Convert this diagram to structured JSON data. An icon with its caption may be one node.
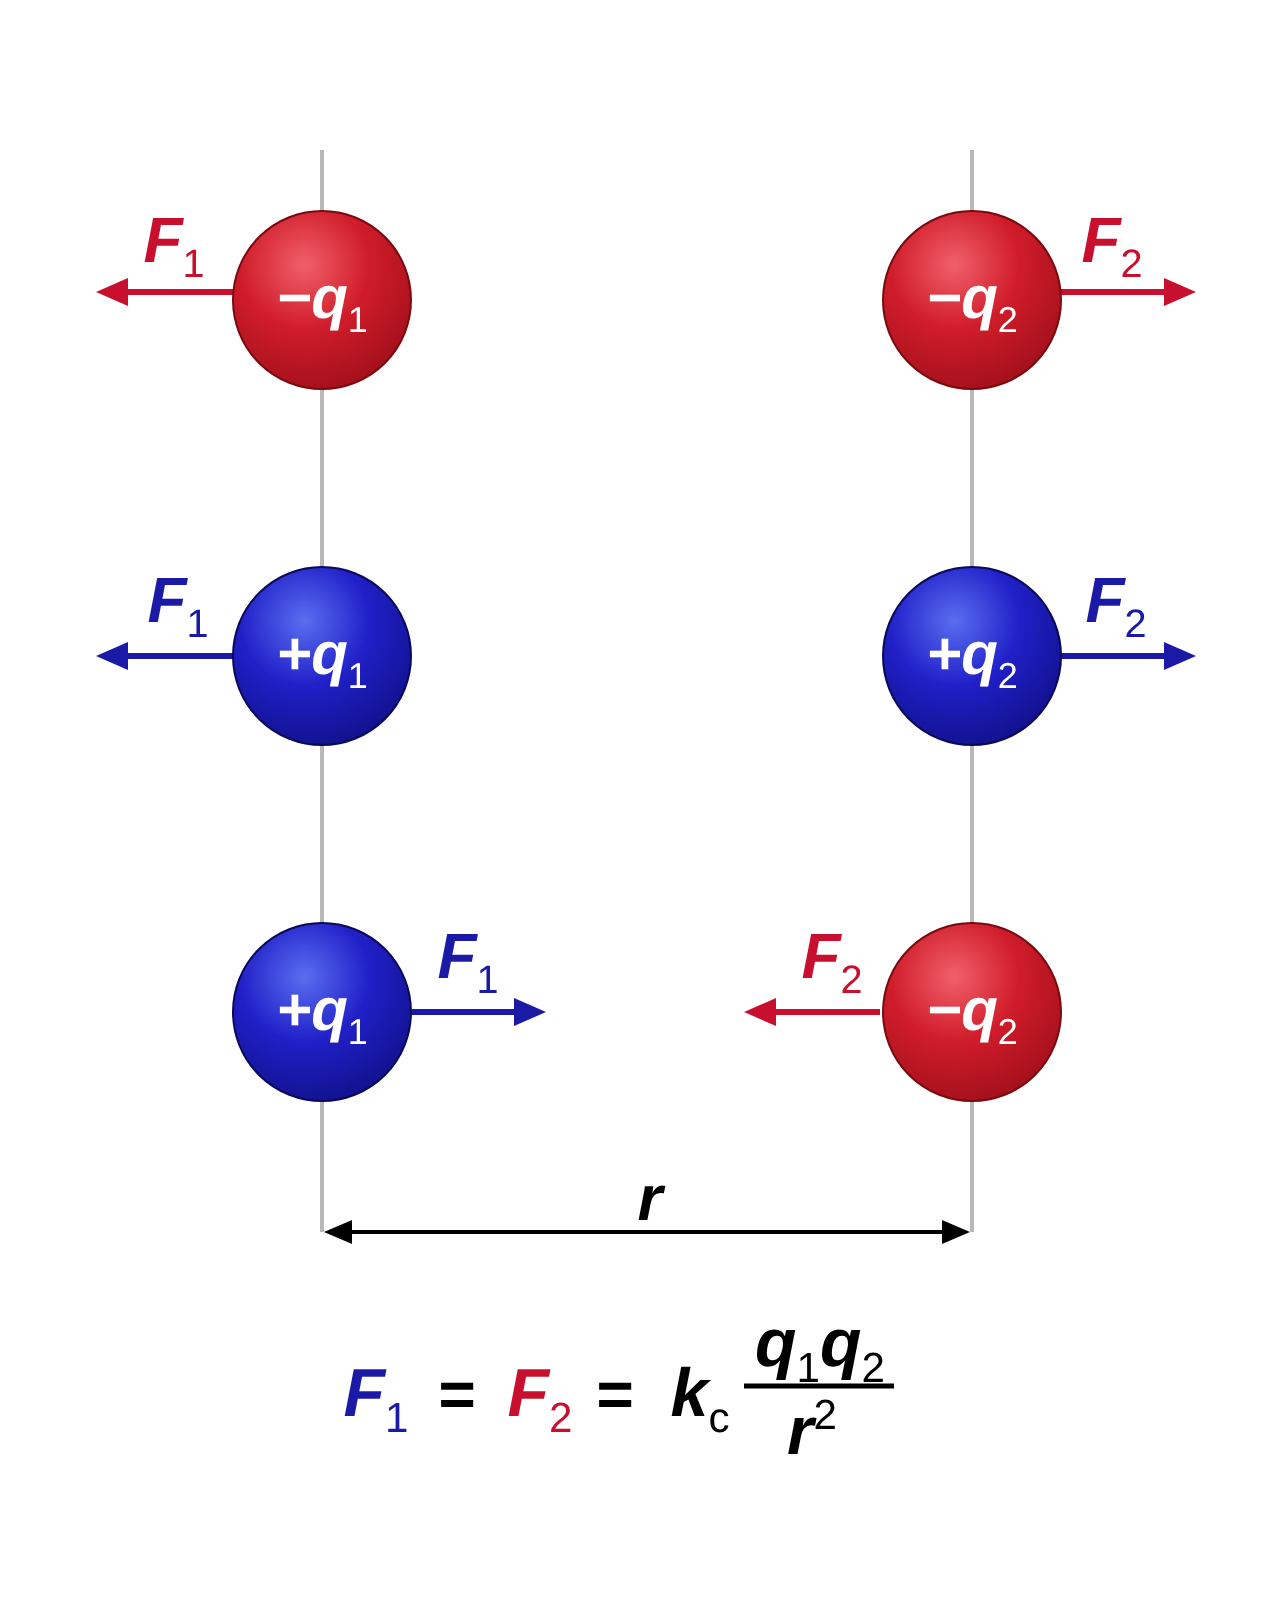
{
  "diagram": {
    "nodes": [
      {
        "text": [
          "−q$_{1}$"
        ]
      },
      {
        "text": [
          "−q$_{2}$"
        ]
      },
      {
        "text": [
          "+q$_{1}$"
        ]
      },
      {
        "text": [
          "+q$_{2}$"
        ]
      },
      {
        "text": [
          "+q$_{1}$"
        ]
      },
      {
        "text": [
          "−q$_{2}$"
        ]
      }
    ],
    "labels": [
      "F$_{1}$",
      "F$_{2}$",
      "F$_{1}$",
      "F$_{2}$",
      "F$_{1}$",
      "F$_{2}$",
      "r",
      "F$_{1}$",
      "=",
      "F$_{2}$",
      "=",
      "k$_{c}$",
      "q$_{1}$q$_{2}$",
      "r$^{2}$"
    ]
  }
}
